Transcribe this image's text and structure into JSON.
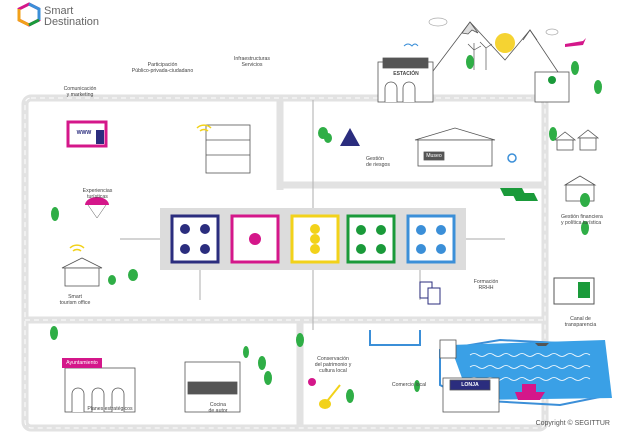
{
  "brand": {
    "line1": "Smart",
    "line2": "Destination"
  },
  "labels": {
    "comunicacion": "Comunicación\ny marketing",
    "participacion": "Participación\nPúblico-privada-ciudadano",
    "infraestructuras": "Infraestructuras\nServicios",
    "estacion": "ESTACIÓN",
    "gestion_riesgos": "Gestión\nde riesgos",
    "museo": "Museo",
    "experiencias": "Experiencias\nturísticas",
    "gestion_financiera": "Gestión financiera\ny política turística",
    "smart_office": "Smart\ntourism office",
    "formacion": "Formación\nRRHH",
    "canal": "Canal de\ntransparencia",
    "conservacion": "Conservación\ndel patrimonio y\ncultura local",
    "comercio": "Comercio local",
    "lonja": "LONJA",
    "ayuntamiento": "Ayuntamiento",
    "planes": "Planes estratégicos",
    "cocina": "Cocina\nde autor",
    "www": "WWW"
  },
  "copyright": "Copyright © SEGITTUR",
  "colors": {
    "navy": "#2b2d7e",
    "magenta": "#d4178a",
    "yellow": "#f2d21a",
    "green": "#1a9a3a",
    "blue": "#3b8fd8",
    "water": "#3aa0e6",
    "grey_panel": "#dcdcdc",
    "road": "#e4e4e4",
    "tree": "#2fae46"
  }
}
